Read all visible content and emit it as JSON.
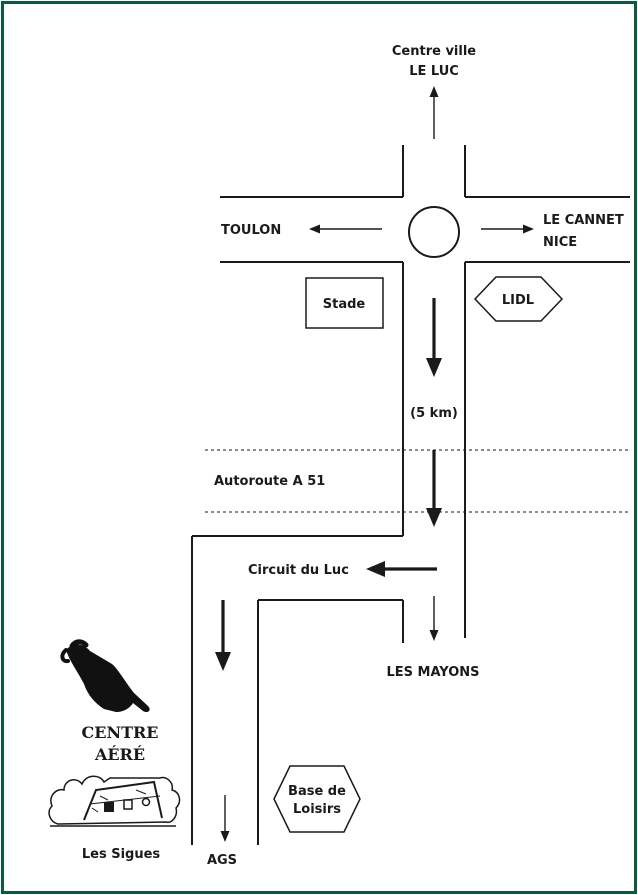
{
  "colors": {
    "frame": "#0b5a3a",
    "ink": "#1a1a1a",
    "background": "#ffffff"
  },
  "labels": {
    "centre_ville": "Centre ville",
    "le_luc": "LE LUC",
    "toulon": "TOULON",
    "le_cannet": "LE CANNET",
    "nice": "NICE",
    "stade": "Stade",
    "lidl": "LIDL",
    "distance": "(5 km)",
    "autoroute": "Autoroute A 51",
    "circuit": "Circuit du Luc",
    "les_mayons": "LES MAYONS",
    "centre_aere_line1": "CENTRE",
    "centre_aere_line2": "AÉRÉ",
    "base_de": "Base de",
    "loisirs": "Loisirs",
    "les_sigues": "Les Sigues",
    "ags": "AGS"
  },
  "icons": {
    "pointer": "pointing-hand-icon",
    "camp": "campsite-icon"
  }
}
